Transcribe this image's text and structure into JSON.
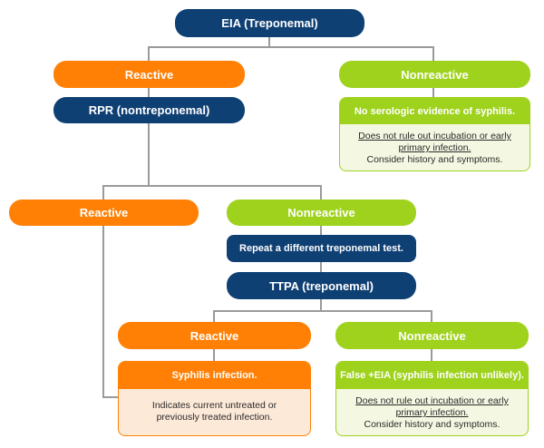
{
  "top": {
    "eia": "EIA (Treponemal)"
  },
  "level1": {
    "reactive": "Reactive",
    "rpr": "RPR (nontreponemal)",
    "nonreactive": "Nonreactive",
    "no_evidence": "No serologic evidence of syphilis.",
    "note_underlined_1": "Does not rule out incubation or early",
    "note_underlined_2": "primary infection.",
    "note_plain": "Consider history and symptoms."
  },
  "level2": {
    "reactive": "Reactive",
    "nonreactive": "Nonreactive",
    "repeat": "Repeat a different treponemal test.",
    "ttpa": "TTPA (treponemal)"
  },
  "level3": {
    "reactive": "Reactive",
    "syphilis": "Syphilis infection.",
    "indicates_1": "Indicates current untreated or",
    "indicates_2": "previously treated infection.",
    "nonreactive": "Nonreactive",
    "false_eia": "False +EIA (syphilis infection unlikely).",
    "note_underlined_1": "Does not rule out incubation or early",
    "note_underlined_2": "primary infection.",
    "note_plain": "Consider history and symptoms."
  },
  "colors": {
    "navy": "#0f4074",
    "orange": "#ff8005",
    "green": "#9ed21c",
    "connector": "#9a9a9a"
  }
}
